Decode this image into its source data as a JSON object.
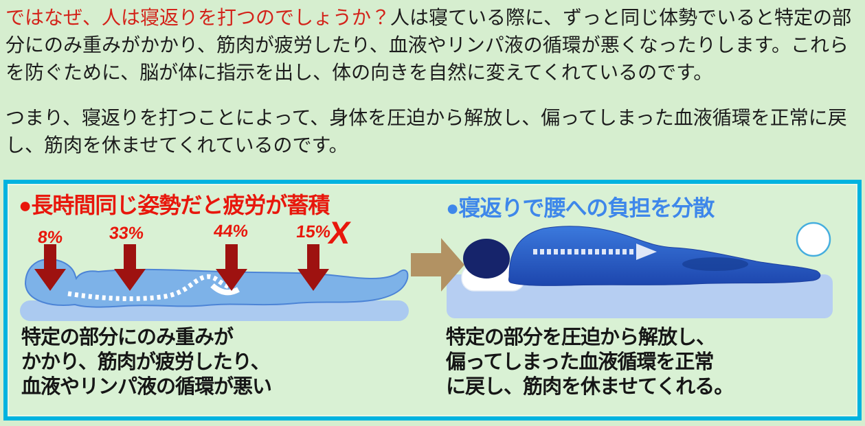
{
  "colors": {
    "page-bg": "#d6eecf",
    "box-bg": "#d9f1d4",
    "box-border": "#00b3df",
    "text": "#1c1c1c",
    "intro-red": "#d3231a",
    "left-red": "#e8170c",
    "right-blue": "#3e87ea",
    "arrow-dark-red": "#9e1210",
    "body-light-blue": "#7db2e8",
    "body-outline": "#4c84d6",
    "mattress-blue": "#abcaf0",
    "side-body-blue": "#2558c4",
    "side-head-navy": "#16246b",
    "transition-tan": "#b29263"
  },
  "intro": {
    "question": "ではなぜ、人は寝返りを打つのでしょうか？",
    "answer": "人は寝ている際に、ずっと同じ体勢でいると特定の部分にのみ重みがかかり、筋肉が疲労したり、血液やリンパ液の循環が悪くなったりします。これらを防ぐために、脳が体に指示を出し、体の向きを自然に変えてくれているのです。",
    "summary": "つまり、寝返りを打つことによって、身体を圧迫から解放し、偏ってしまった血液循環を正常に戻し、筋肉を休ませてくれているのです。"
  },
  "figure": {
    "left": {
      "title": "●長時間同じ姿勢だと疲労が蓄積",
      "pressure_labels": [
        "8%",
        "33%",
        "44%",
        "15%"
      ],
      "x_mark": "X",
      "caption_lines": [
        "特定の部分にのみ重みが",
        "かかり、筋肉が疲労したり、",
        "血液やリンパ液の循環が悪い"
      ]
    },
    "right": {
      "title": "●寝返りで腰への負担を分散",
      "caption_lines": [
        "特定の部分を圧迫から解放し、",
        "偏ってしまった血液循環を正常",
        "に戻し、筋肉を休ませてくれる。"
      ]
    },
    "icons": {
      "pressure_arrow": "down-arrow",
      "transition_arrow": "right-arrow",
      "moon_circle": "white-circle"
    }
  }
}
